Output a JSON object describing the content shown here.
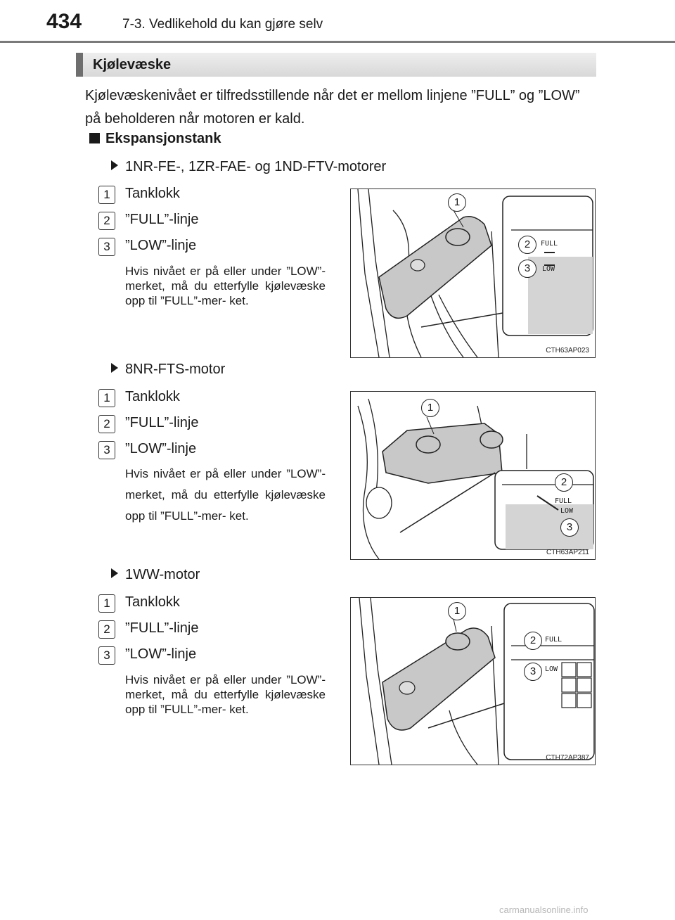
{
  "header": {
    "page_number": "434",
    "chapter": "7-3. Vedlikehold du kan gjøre selv"
  },
  "section": {
    "title": "Kjølevæske",
    "intro": "Kjølevæskenivået er tilfredsstillende når det er mellom linjene ”FULL” og ”LOW” på beholderen når motoren er kald."
  },
  "subsection": {
    "title": "Ekspansjonstank"
  },
  "variants": [
    {
      "title": "1NR-FE-, 1ZR-FAE- og 1ND-FTV-motorer",
      "items": [
        {
          "num": "1",
          "label": "Tanklokk"
        },
        {
          "num": "2",
          "label": "”FULL”-linje"
        },
        {
          "num": "3",
          "label": "”LOW”-linje"
        }
      ],
      "note": "Hvis nivået er på eller under ”LOW”-merket, må du etterfylle kjølevæske opp til ”FULL”-mer- ket.",
      "figure": {
        "code": "CTH63AP023",
        "callouts": [
          "1",
          "2",
          "3"
        ],
        "full": "FULL",
        "low": "LOW"
      }
    },
    {
      "title": "8NR-FTS-motor",
      "items": [
        {
          "num": "1",
          "label": "Tanklokk"
        },
        {
          "num": "2",
          "label": "”FULL”-linje"
        },
        {
          "num": "3",
          "label": "”LOW”-linje"
        }
      ],
      "note": "Hvis nivået er på eller under ”LOW”-merket, må du etterfylle kjølevæske opp til ”FULL”-mer- ket.",
      "figure": {
        "code": "CTH63AP211",
        "callouts": [
          "1",
          "2",
          "3"
        ],
        "full": "FULL",
        "low": "LOW"
      }
    },
    {
      "title": "1WW-motor",
      "items": [
        {
          "num": "1",
          "label": "Tanklokk"
        },
        {
          "num": "2",
          "label": "”FULL”-linje"
        },
        {
          "num": "3",
          "label": "”LOW”-linje"
        }
      ],
      "note": "Hvis nivået er på eller under ”LOW”-merket, må du etterfylle kjølevæske opp til ”FULL”-mer- ket.",
      "figure": {
        "code": "CTH72AP387",
        "callouts": [
          "1",
          "2",
          "3"
        ],
        "full": "FULL",
        "low": "LOW"
      }
    }
  ],
  "footer": {
    "watermark": "carmanualsonline.info"
  }
}
